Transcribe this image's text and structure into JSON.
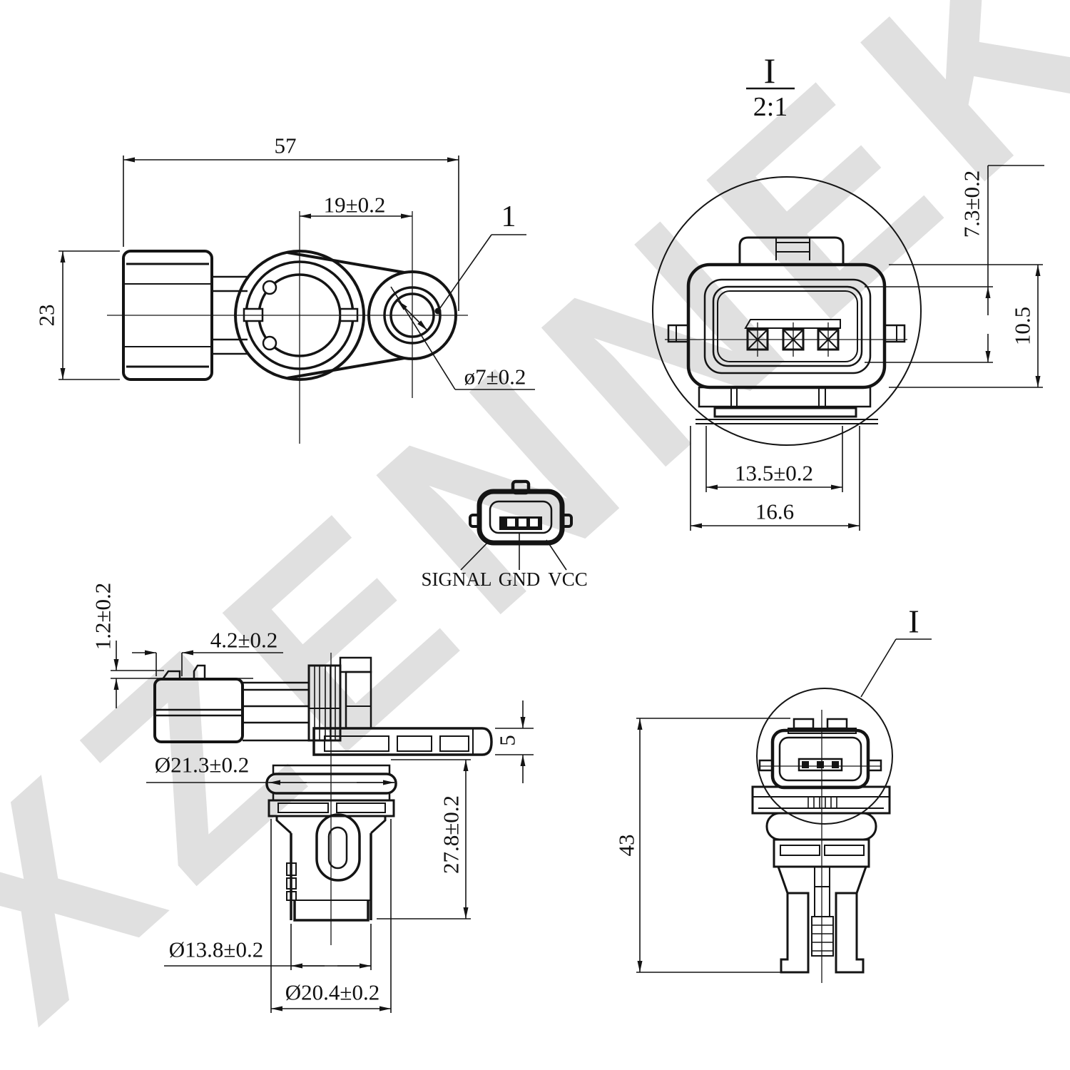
{
  "watermark": {
    "text": "XZENNEK",
    "color": "#e0e0e0"
  },
  "line_color": "#141414",
  "views": {
    "top_view": {
      "dim_overall_width": "57",
      "dim_hole_offset": "19±0.2",
      "dim_body_height": "23",
      "dim_hole_diameter": "ø7±0.2",
      "callout_marker": "1"
    },
    "detail_view": {
      "label": "I",
      "scale": "2:1",
      "dim_socket_depth": "7.3±0.2",
      "dim_connector_height": "10.5",
      "dim_socket_width": "13.5±0.2",
      "dim_connector_width": "16.6"
    },
    "pinout_view": {
      "pin_1": "SIGNAL",
      "pin_2": "GND",
      "pin_3": "VCC"
    },
    "side_view": {
      "dim_ridge_height": "1.2±0.2",
      "dim_tab_length": "4.2±0.2",
      "dim_oring_diameter": "Ø21.3±0.2",
      "dim_flange_thickness": "5",
      "dim_tip_length": "27.8±0.2",
      "dim_tip_diameter": "Ø13.8±0.2",
      "dim_barrel_diameter": "Ø20.4±0.2"
    },
    "front_view": {
      "dim_overall_height": "43",
      "callout_marker": "I"
    }
  }
}
